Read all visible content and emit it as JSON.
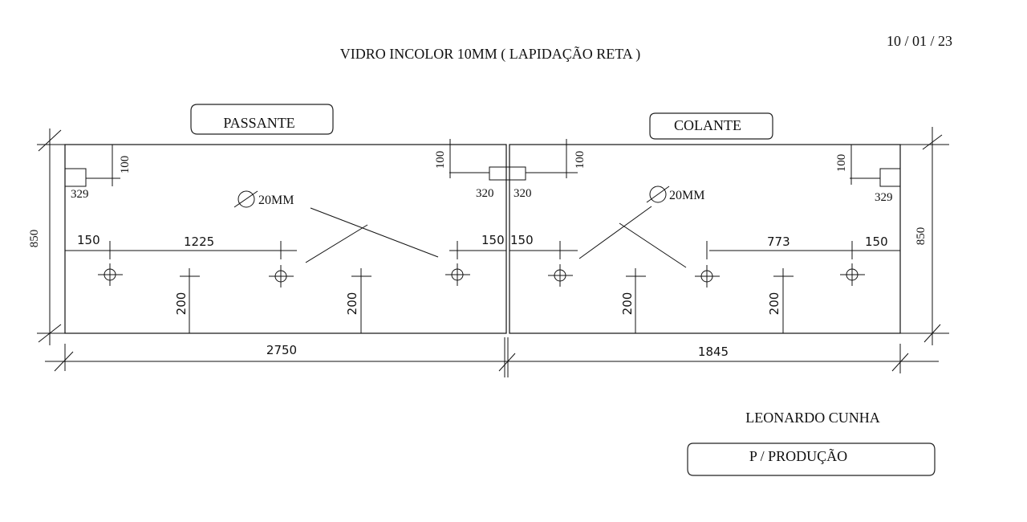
{
  "header": {
    "title": "VIDRO INCOLOR 10MM ( LAPIDAÇÃO RETA )",
    "date": "10 / 01 / 23"
  },
  "left_panel": {
    "label": "PASSANTE",
    "dim_top_left": "100",
    "dim_corner_left": "329",
    "dim_top_right": "100",
    "dim_hinge": "320",
    "hole_diameter": "20MM",
    "dim_left_offset": "150",
    "dim_hole_spacing": "1225",
    "dim_right_offset": "150",
    "dim_height_a": "200",
    "dim_height_b": "200",
    "dim_width": "2750",
    "dim_height_total": "850"
  },
  "right_panel": {
    "label": "COLANTE",
    "dim_top_left": "100",
    "dim_hinge": "320",
    "dim_top_right": "100",
    "dim_corner_right": "329",
    "hole_diameter": "20MM",
    "dim_left_offset": "150",
    "dim_hole_spacing": "773",
    "dim_right_offset": "150",
    "dim_height_a": "200",
    "dim_height_b": "200",
    "dim_width": "1845",
    "dim_height_total": "850"
  },
  "footer": {
    "author": "LEONARDO CUNHA",
    "stamp": "P / PRODUÇÃO"
  }
}
